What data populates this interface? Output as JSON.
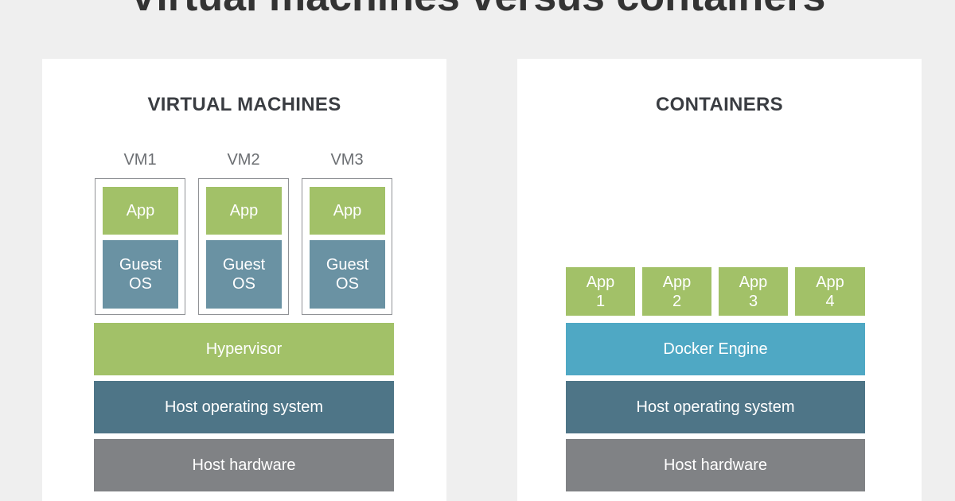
{
  "title": "Virtual machines versus containers",
  "virtual_machines": {
    "heading": "VIRTUAL MACHINES",
    "vms": [
      {
        "label": "VM1",
        "app": "App",
        "guest_os": "Guest\nOS"
      },
      {
        "label": "VM2",
        "app": "App",
        "guest_os": "Guest\nOS"
      },
      {
        "label": "VM3",
        "app": "App",
        "guest_os": "Guest\nOS"
      }
    ],
    "layers": {
      "hypervisor": "Hypervisor",
      "host_os": "Host operating system",
      "host_hardware": "Host hardware"
    }
  },
  "containers": {
    "heading": "CONTAINERS",
    "apps": [
      "App\n1",
      "App\n2",
      "App\n3",
      "App\n4"
    ],
    "layers": {
      "engine": "Docker Engine",
      "host_os": "Host operating system",
      "host_hardware": "Host hardware"
    }
  },
  "colors": {
    "app_green": "#a2c168",
    "guest_os": "#6a92a3",
    "docker_engine": "#4fa8c4",
    "host_os": "#4e7587",
    "host_hardware": "#808285",
    "background": "#efefef",
    "panel": "#ffffff"
  }
}
